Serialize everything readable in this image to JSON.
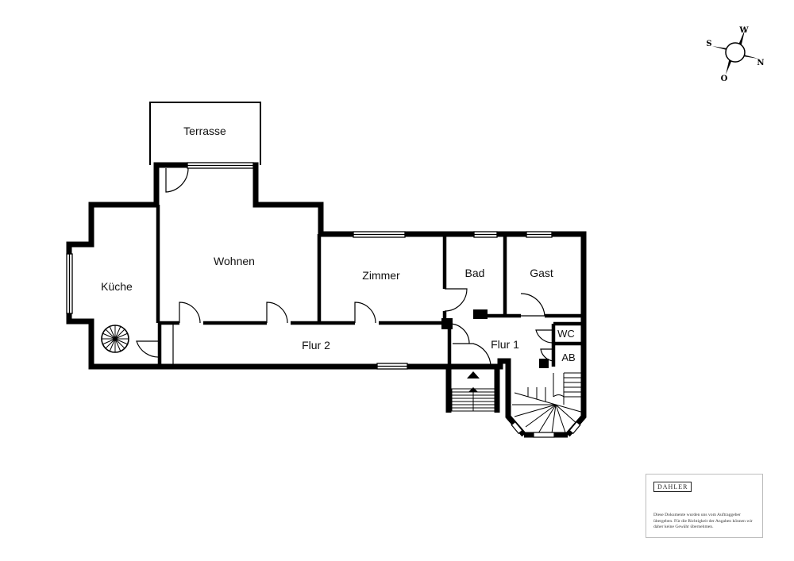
{
  "rooms": {
    "terrasse": "Terrasse",
    "wohnen": "Wohnen",
    "kueche": "Küche",
    "zimmer": "Zimmer",
    "bad": "Bad",
    "gast": "Gast",
    "flur2": "Flur 2",
    "flur1": "Flur 1",
    "wc": "WC",
    "ab": "AB"
  },
  "compass": {
    "w": "W",
    "s": "S",
    "n": "N",
    "o": "O"
  },
  "footer": {
    "brand": "DAHLER",
    "disclaimer": "Diese Dokumente wurden uns vom Auftraggeber übergeben. Für die Richtigkeit der Angaben können wir daher keine Gewähr übernehmen."
  }
}
